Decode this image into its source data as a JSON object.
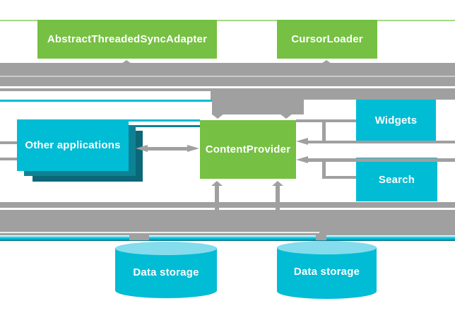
{
  "palette": {
    "green": "#76c043",
    "line_green": "#a3d983",
    "cyan": "#00bcd4",
    "cyan_light": "#84dcec",
    "teal_shadow": "#0e8294",
    "teal_shadow_dark": "#0b6878",
    "gray": "#a0a0a0",
    "white": "#ffffff"
  },
  "nodes": {
    "sync_adapter": {
      "label": "AbstractThreadedSyncAdapter"
    },
    "cursor_loader": {
      "label": "CursorLoader"
    },
    "content_provider": {
      "label": "ContentProvider"
    },
    "other_applications": {
      "label": "Other applications"
    },
    "widgets": {
      "label": "Widgets"
    },
    "search": {
      "label": "Search"
    },
    "data_storage_left": {
      "label": "Data storage"
    },
    "data_storage_right": {
      "label": "Data storage"
    }
  },
  "edges": [
    {
      "from": "sync_adapter",
      "to": "content_provider"
    },
    {
      "from": "cursor_loader",
      "to": "content_provider"
    },
    {
      "from": "other_applications",
      "to": "content_provider",
      "bidirectional": true
    },
    {
      "from": "widgets",
      "to": "content_provider"
    },
    {
      "from": "search",
      "to": "content_provider"
    },
    {
      "from": "content_provider",
      "to": "data_storage_left",
      "bidirectional": true
    },
    {
      "from": "content_provider",
      "to": "data_storage_right",
      "bidirectional": true
    }
  ]
}
